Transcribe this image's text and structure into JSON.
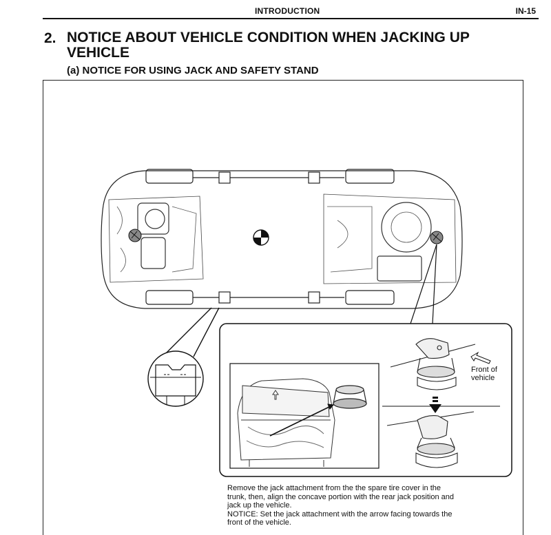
{
  "header": {
    "section_name": "INTRODUCTION",
    "page_code": "IN-15"
  },
  "section": {
    "number": "2.",
    "title": "NOTICE ABOUT VEHICLE CONDITION WHEN JACKING UP VEHICLE",
    "subsection": "(a)  NOTICE FOR USING JACK AND SAFETY STAND"
  },
  "figure": {
    "label_front": [
      "Front of",
      "vehicle"
    ],
    "caption_lines": [
      "Remove the jack attachment from the the spare tire cover in the",
      "trunk, then, align the concave portion with the rear jack position and",
      "jack up the vehicle.",
      "NOTICE: Set the jack attachment with the arrow facing towards the",
      "front of the vehicle."
    ]
  }
}
